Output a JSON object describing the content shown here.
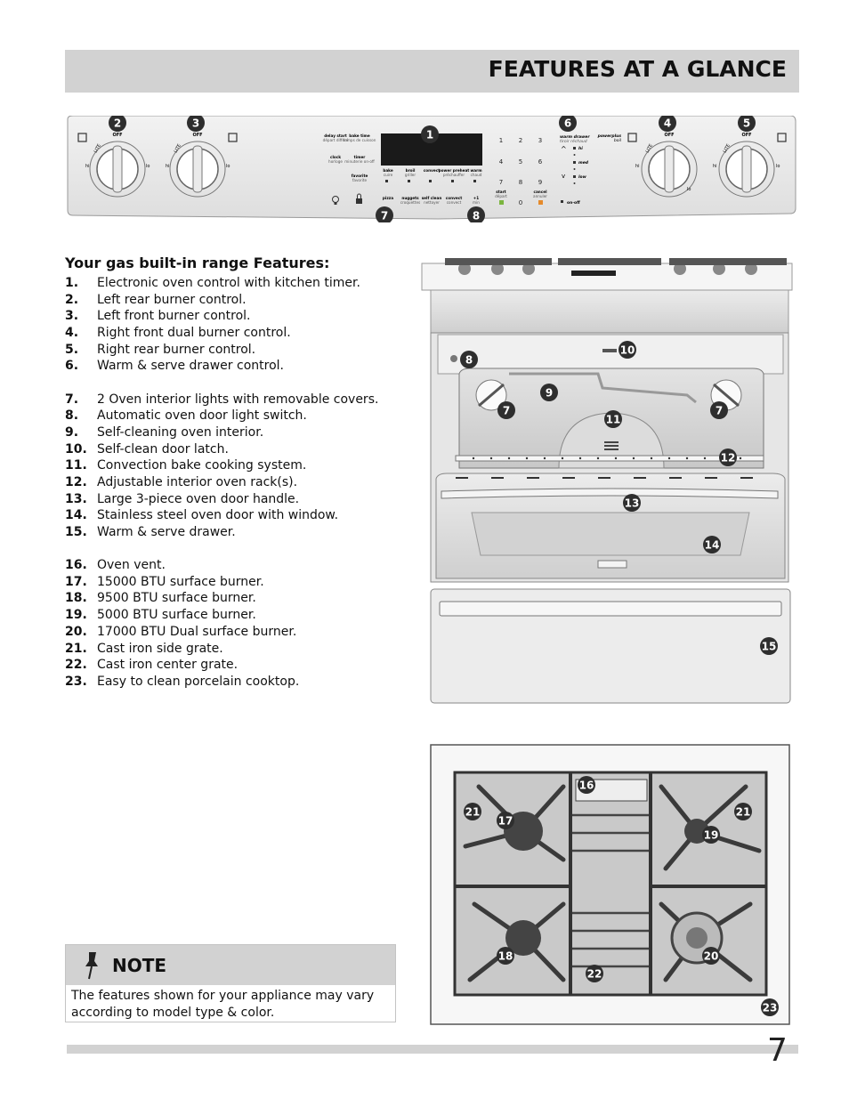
{
  "header": {
    "title": "FEATURES AT A GLANCE"
  },
  "control_panel": {
    "knob_off": "OFF",
    "knob_lite": "LITE",
    "knob_hi": "hi",
    "knob_lo": "lo",
    "keys_top": [
      [
        "delay start",
        "départ différé"
      ],
      [
        "bake time",
        "temps de cuisson"
      ],
      [
        "clock",
        "horloge"
      ],
      [
        "timer",
        "minuterie on·off"
      ],
      [
        "favorite",
        "favorite"
      ]
    ],
    "keys_mode": [
      [
        "bake",
        "cuire"
      ],
      [
        "broil",
        "griller"
      ],
      [
        "convect",
        ""
      ],
      [
        "power preheat",
        "préchauffer"
      ],
      [
        "warm",
        "chaud"
      ]
    ],
    "keys_bottom": [
      [
        "pizza",
        ""
      ],
      [
        "nuggets",
        "croquettes"
      ],
      [
        "self clean",
        "nettoyer"
      ],
      [
        "convect",
        "convect"
      ],
      [
        "+1",
        "min"
      ]
    ],
    "keypad": [
      "1",
      "2",
      "3",
      "4",
      "5",
      "6",
      "7",
      "8",
      "9"
    ],
    "start_label": [
      "start",
      "départ"
    ],
    "zero": "0",
    "cancel_label": [
      "cancel",
      "annuler"
    ],
    "drawer_label": [
      "warm drawer",
      "tiroir réchaud"
    ],
    "drawer_levels": [
      "hi",
      "med",
      "low"
    ],
    "drawer_onoff": "on·off",
    "powerplus_label": [
      "powerplus",
      "boil"
    ]
  },
  "callouts_panel": [
    "1",
    "2",
    "3",
    "4",
    "5",
    "6",
    "7",
    "8"
  ],
  "features": {
    "heading": "Your gas built-in range Features:",
    "items": [
      {
        "num": "1.",
        "text": "Electronic oven control with kitchen timer."
      },
      {
        "num": "2.",
        "text": "Left rear burner control."
      },
      {
        "num": "3.",
        "text": "Left front burner control."
      },
      {
        "num": "4.",
        "text": "Right front dual burner control."
      },
      {
        "num": "5.",
        "text": "Right rear burner control."
      },
      {
        "num": "6.",
        "text": "Warm & serve drawer control."
      },
      {
        "num": "7.",
        "text": "2 Oven interior lights with removable covers."
      },
      {
        "num": "8.",
        "text": "Automatic oven door light switch."
      },
      {
        "num": "9.",
        "text": "Self-cleaning oven interior."
      },
      {
        "num": "10.",
        "text": "Self-clean door latch."
      },
      {
        "num": "11.",
        "text": "Convection bake cooking system."
      },
      {
        "num": "12.",
        "text": "Adjustable interior oven rack(s)."
      },
      {
        "num": "13.",
        "text": "Large 3-piece oven door handle."
      },
      {
        "num": "14.",
        "text": "Stainless steel oven door with window."
      },
      {
        "num": "15.",
        "text": "Warm & serve drawer."
      },
      {
        "num": "16.",
        "text": "Oven vent."
      },
      {
        "num": "17.",
        "text": "15000 BTU surface burner."
      },
      {
        "num": "18.",
        "text": "9500 BTU surface burner."
      },
      {
        "num": "19.",
        "text": "5000 BTU surface burner."
      },
      {
        "num": "20.",
        "text": "17000 BTU Dual surface burner."
      },
      {
        "num": "21.",
        "text": "Cast iron side grate."
      },
      {
        "num": "22.",
        "text": "Cast iron center grate."
      },
      {
        "num": "23.",
        "text": "Easy to clean porcelain cooktop."
      }
    ]
  },
  "callouts_range": [
    "10",
    "8",
    "9",
    "7",
    "7",
    "11",
    "12",
    "13",
    "14",
    "15"
  ],
  "callouts_cooktop": [
    "16",
    "21",
    "17",
    "21",
    "19",
    "18",
    "20",
    "22",
    "23"
  ],
  "note": {
    "title": "NOTE",
    "text": "The features shown for your appliance may vary according to model type & color."
  },
  "page": {
    "number": "7"
  },
  "colors": {
    "header_bg": "#d2d2d2",
    "badge": "#2e2e2e",
    "steel": "#dcdcdc",
    "grate": "#3a3a3a"
  }
}
